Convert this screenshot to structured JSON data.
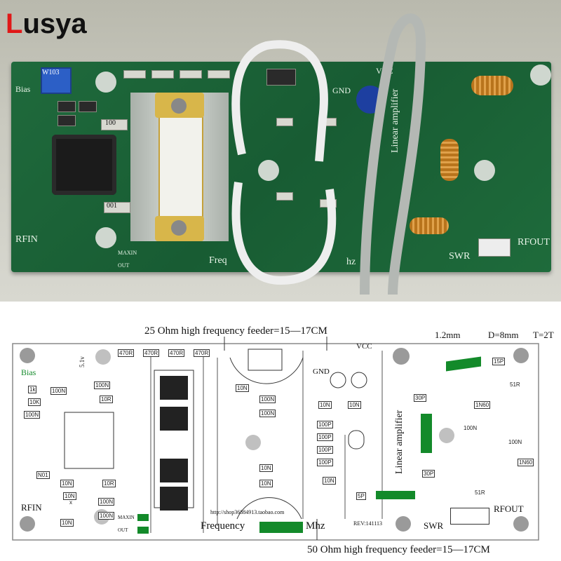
{
  "brand": {
    "first": "L",
    "rest": "usya"
  },
  "photo": {
    "bias": "Bias",
    "pot": "W103",
    "gnd": "GND",
    "vcc": "VCC",
    "rfin": "RFIN",
    "rfout": "RFOUT",
    "swr": "SWR",
    "maxin": "MAXIN",
    "out": "OUT",
    "linear": "Linear amplifier",
    "freq": "Freq",
    "mhz": "hz",
    "r100": "100",
    "r001": "001"
  },
  "diagram": {
    "feeder25": "25 Ohm high frequency feeder=15—17CM",
    "feeder50": "50 Ohm high frequency feeder=15—17CM",
    "coil": "1.2mm",
    "diameter": "D=8mm",
    "turns": "T=2T",
    "bias": "Bias",
    "vcc": "VCC",
    "gnd": "GND",
    "rfin": "RFIN",
    "rfout": "RFOUT",
    "swr": "SWR",
    "maxin": "MAXIN",
    "out": "OUT",
    "frequency": "Frequency",
    "mhz": "Mhz",
    "url": "http://shop36884913.taobao.com",
    "rev": "REV:141113",
    "linear": "Linear amplifier",
    "v51": "5.1v",
    "labels": {
      "r470a": "470R",
      "r470b": "470R",
      "r470c": "470R",
      "r470d": "470R",
      "c100n1": "100N",
      "r10r1": "10R",
      "r1k": "1k",
      "r10k": "10K",
      "c100n2": "100N",
      "c100n3": "100N",
      "n01": "N01",
      "c10n1": "10N",
      "r10r2": "10R",
      "c100n4": "100N",
      "c10n2": "10N",
      "c10n3": "10N",
      "c100n5": "100N",
      "c100n6": "100N",
      "c10n4": "10N",
      "c10n5": "10N",
      "c10n6": "10N",
      "c10n7": "10N",
      "c100p1": "100P",
      "c100p2": "100P",
      "c100p3": "100P",
      "c100p4": "100P",
      "c10n8": "10N",
      "c5p": "5P",
      "c15p": "15P",
      "c30p1": "30P",
      "c30p2": "30P",
      "r51r1": "51R",
      "r51r2": "51R",
      "c1n60a": "1N60",
      "c1n60b": "1N60",
      "c100n7": "100N",
      "c100n8": "100N",
      "c10n9": "10N",
      "c100n9": "100N",
      "x": "x"
    }
  }
}
